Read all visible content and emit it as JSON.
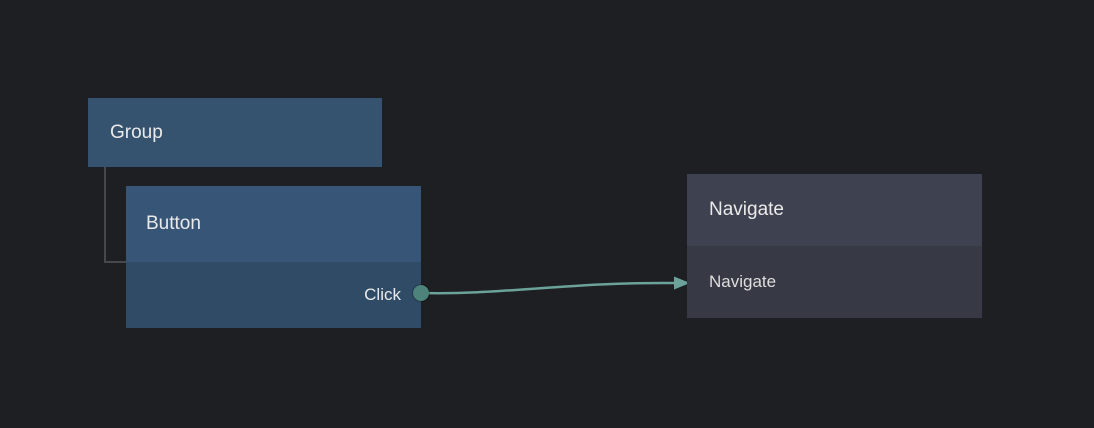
{
  "canvas": {
    "background": "#1e1f22"
  },
  "nodes": {
    "group": {
      "label": "Group",
      "color": "#35536f"
    },
    "button": {
      "label": "Button",
      "output_label": "Click",
      "header_color": "#375677",
      "body_color": "#2f4b66"
    },
    "navigate": {
      "title": "Navigate",
      "row_label": "Navigate",
      "header_color": "#3e4150",
      "body_color": "#373a45"
    }
  },
  "connection": {
    "color": "#6ba29a",
    "port_color": "#4e837c"
  },
  "hierarchy": {
    "line_color": "#45484d"
  }
}
